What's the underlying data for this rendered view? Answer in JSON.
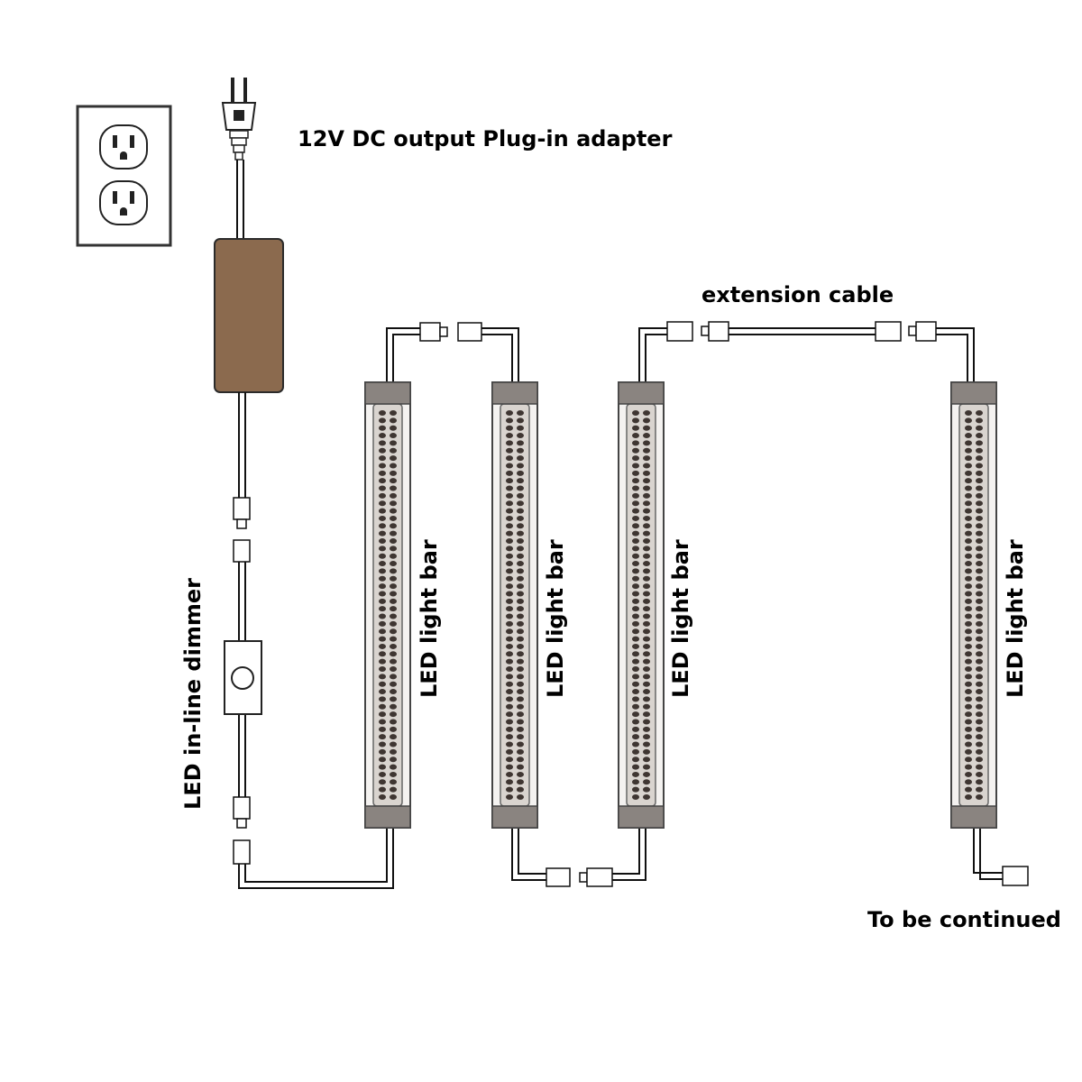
{
  "labels": {
    "adapter": "12V DC output Plug-in adapter",
    "extension": "extension cable",
    "dimmer": "LED in-line dimmer",
    "light_bar": "LED light bar",
    "continued": "To be continued"
  },
  "colors": {
    "adapter_body": "#8b6a4e",
    "bar_cap": "#8a8480",
    "bar_lens": "#d9d4cf",
    "led": "#3f3632",
    "wire": "#111111"
  },
  "components": {
    "light_bar_count": 4,
    "leds_per_row": 52
  },
  "icons": [
    "wall-outlet-icon",
    "ac-plug-icon",
    "dimmer-knob-icon"
  ]
}
